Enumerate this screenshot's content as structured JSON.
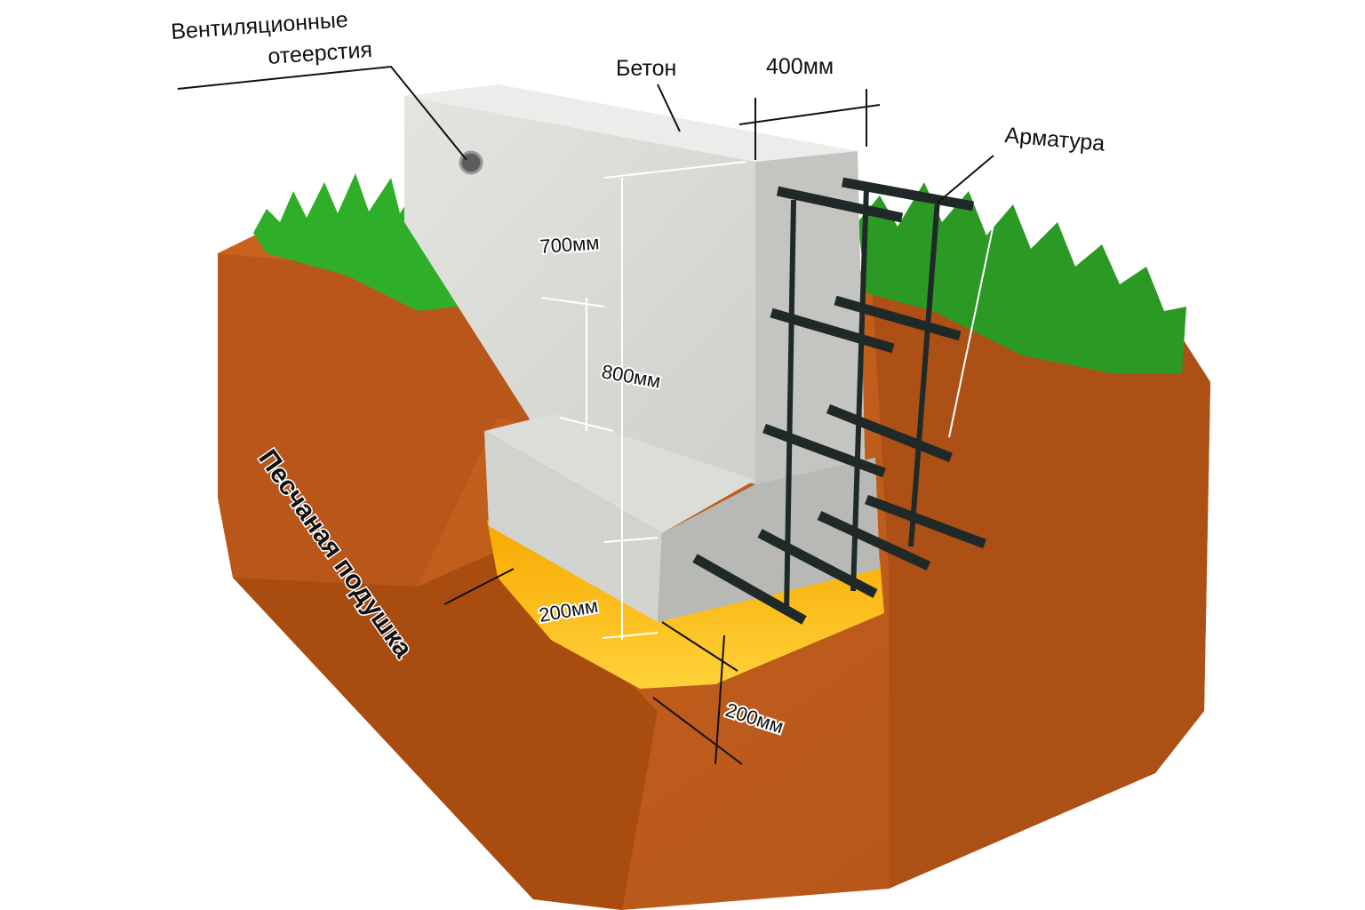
{
  "labels": {
    "vent_line1": "Вентиляционные",
    "vent_line2": "отеерстия",
    "concrete": "Бетон",
    "width": "400мм",
    "rebar": "Арматура",
    "wall_height": "700мм",
    "depth": "800мм",
    "sand_thickness": "200мм",
    "footing_step": "200мм",
    "sand_cushion": "Песчаная подушка"
  },
  "colors": {
    "soil": "#c8621c",
    "soil_dark": "#a94c10",
    "concrete": "#d9d9d4",
    "concrete_dark": "#b9bab5",
    "sand": "#f5b400",
    "grass": "#2fae2a",
    "rebar": "#1f2a28"
  }
}
